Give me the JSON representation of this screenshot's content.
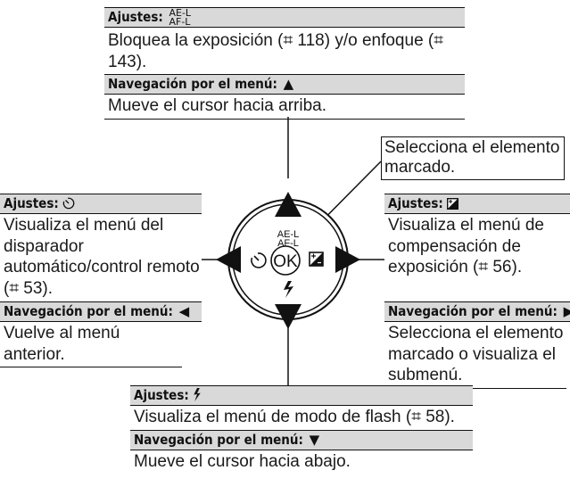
{
  "top": {
    "ajustes_header": "Ajustes:",
    "ajustes_symbol": "AE-L/AF-L",
    "ajustes_text": "Bloquea la exposición (⌗ 118) y/o enfoque (⌗ 143).",
    "nav_header": "Navegación por el menú:",
    "nav_symbol": "▲",
    "nav_text": "Mueve el cursor hacia arriba."
  },
  "ok_callout": "Selecciona el elemento marcado.",
  "left": {
    "ajustes_header": "Ajustes:",
    "ajustes_symbol": "self-timer",
    "ajustes_text": "Visualiza el menú del disparador automático/control remoto (⌗ 53).",
    "nav_header": "Navegación por el menú:",
    "nav_symbol": "◀",
    "nav_text": "Vuelve al menú anterior."
  },
  "right": {
    "ajustes_header": "Ajustes:",
    "ajustes_symbol": "exposure-compensation",
    "ajustes_text": "Visualiza el menú de compensación de exposición (⌗ 56).",
    "nav_header": "Navegación por el menú:",
    "nav_symbol": "▶",
    "nav_text": "Selecciona el elemento marcado o visualiza el submenú."
  },
  "bottom": {
    "ajustes_header": "Ajustes:",
    "ajustes_symbol": "flash",
    "ajustes_text": "Visualiza el menú de modo de flash (⌗ 58).",
    "nav_header": "Navegación por el menú:",
    "nav_symbol": "▼",
    "nav_text": "Mueve el cursor hacia abajo."
  },
  "dial": {
    "ok_label": "OK",
    "aeaf_top": "AE-L",
    "aeaf_bottom": "AF-L"
  }
}
